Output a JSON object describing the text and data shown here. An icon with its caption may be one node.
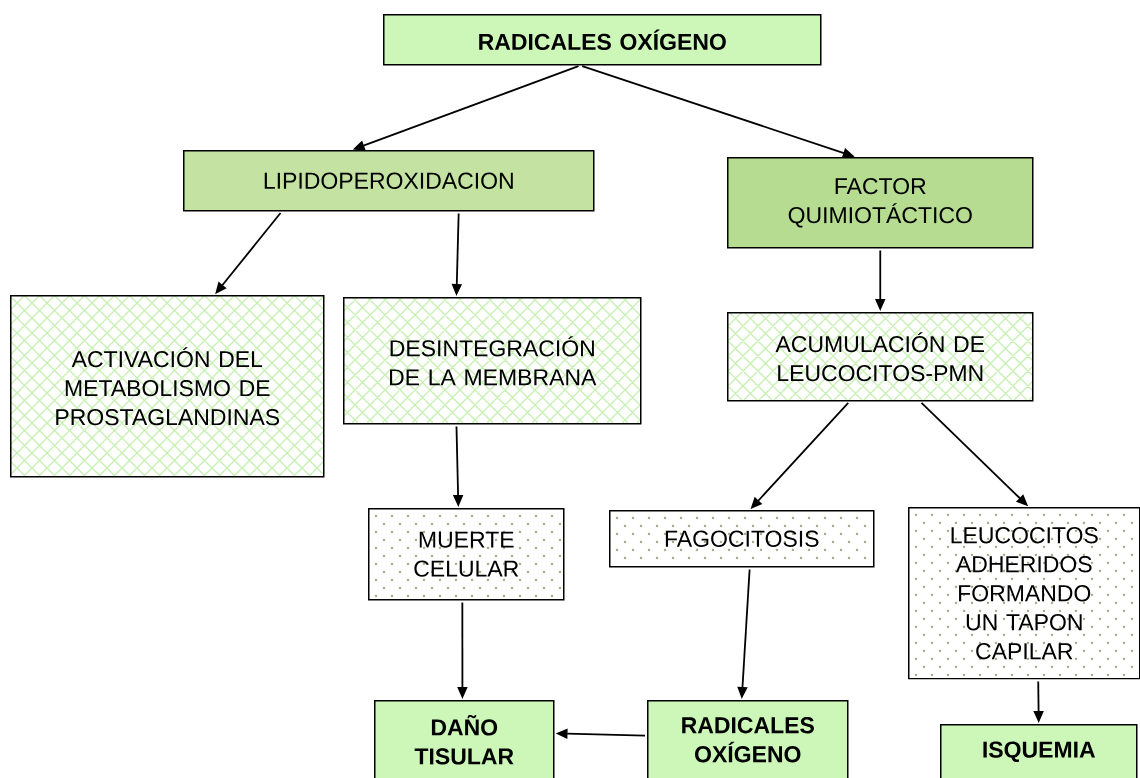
{
  "diagram": {
    "nodes": [
      {
        "text": [
          "RADICALES OXÍGENO"
        ]
      },
      {
        "text": [
          "LIPIDOPEROXIDACION"
        ]
      },
      {
        "text": [
          "FACTOR QUIMIOTÁCTICO"
        ]
      },
      {
        "text": [
          "ACTIVACIÓN DEL METABOLISMO DE PROSTAGLANDINAS"
        ]
      },
      {
        "text": [
          "DESINTEGRACIÓN DE LA MEMBRANA"
        ]
      },
      {
        "text": [
          "ACUMULACIÓN DE LEUCOCITOS-PMN"
        ]
      },
      {
        "text": [
          "MUERTE CELULAR"
        ]
      },
      {
        "text": [
          "FAGOCITOSIS"
        ]
      },
      {
        "text": [
          "LEUCOCITOS ADHERIDOS FORMANDO UN TAPON CAPILAR"
        ]
      },
      {
        "text": [
          "DAÑO TISULAR"
        ]
      },
      {
        "text": [
          "RADICALES OXÍGENO"
        ]
      },
      {
        "text": [
          "ISQUEMIA"
        ]
      }
    ],
    "edges": [
      {
        "from": 0,
        "to": 1,
        "arrow": "to"
      },
      {
        "from": 0,
        "to": 2,
        "arrow": "to"
      },
      {
        "from": 1,
        "to": 3,
        "arrow": "to"
      },
      {
        "from": 1,
        "to": 4,
        "arrow": "to"
      },
      {
        "from": 2,
        "to": 5,
        "arrow": "to"
      },
      {
        "from": 4,
        "to": 6,
        "arrow": "to"
      },
      {
        "from": 5,
        "to": 7,
        "arrow": "to"
      },
      {
        "from": 5,
        "to": 8,
        "arrow": "to"
      },
      {
        "from": 6,
        "to": 9,
        "arrow": "to"
      },
      {
        "from": 7,
        "to": 10,
        "arrow": "to"
      },
      {
        "from": 10,
        "to": 9,
        "arrow": "to"
      },
      {
        "from": 8,
        "to": 11,
        "arrow": "to"
      }
    ]
  }
}
